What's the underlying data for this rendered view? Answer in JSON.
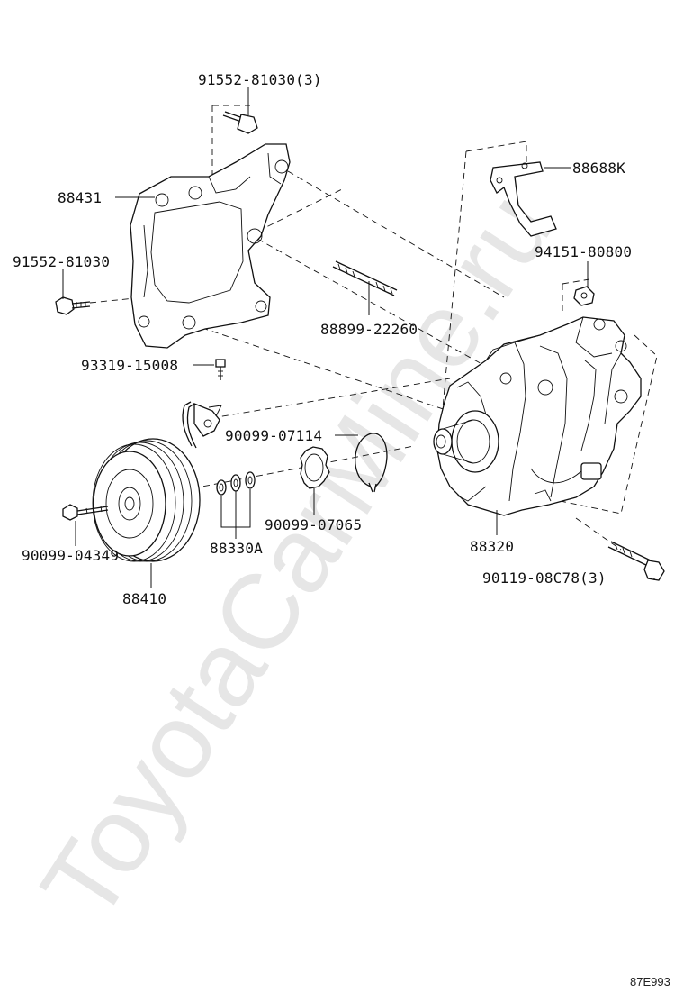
{
  "watermark": "ToyotaCarMine.ru",
  "figure_code": "87E993",
  "labels": {
    "bolt_top": "91552-81030(3)",
    "bracket": "88431",
    "bolt_left": "91552-81030",
    "stud": "88899-22260",
    "stay": "88688K",
    "nut": "94151-80800",
    "screw": "93319-15008",
    "snap_ring": "90099-07114",
    "retainer": "90099-07065",
    "clutch_bolt": "90099-04349",
    "shim": "88330A",
    "clutch": "88410",
    "compressor": "88320",
    "mount_bolt": "90119-08C78(3)"
  },
  "colors": {
    "ink": "#111111",
    "watermark": "#e6e6e6"
  }
}
